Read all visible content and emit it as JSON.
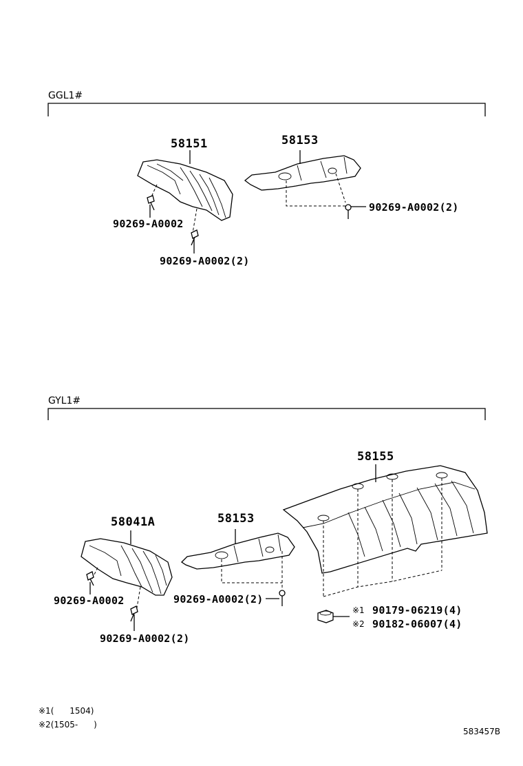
{
  "sections": [
    {
      "title": "GGL1#",
      "parts": {
        "cover_a": "58151",
        "cover_b": "58153",
        "clip_a": "90269-A0002",
        "clip_b": "90269-A0002(2)",
        "clip_c": "90269-A0002(2)"
      }
    },
    {
      "title": "GYL1#",
      "parts": {
        "cover_a": "58041A",
        "cover_b": "58153",
        "cover_c": "58155",
        "clip_a": "90269-A0002",
        "clip_b": "90269-A0002(2)",
        "clip_c": "90269-A0002(2)",
        "nut_1_mark": "※1",
        "nut_1": "90179-06219(4)",
        "nut_2_mark": "※2",
        "nut_2": "90182-06007(4)"
      }
    }
  ],
  "notes": {
    "note_1": "※1(      1504)",
    "note_2": "※2(1505-      )"
  },
  "figure_code": "583457B",
  "icons": {
    "clip": "push-clip-icon",
    "nut": "flange-nut-icon"
  }
}
